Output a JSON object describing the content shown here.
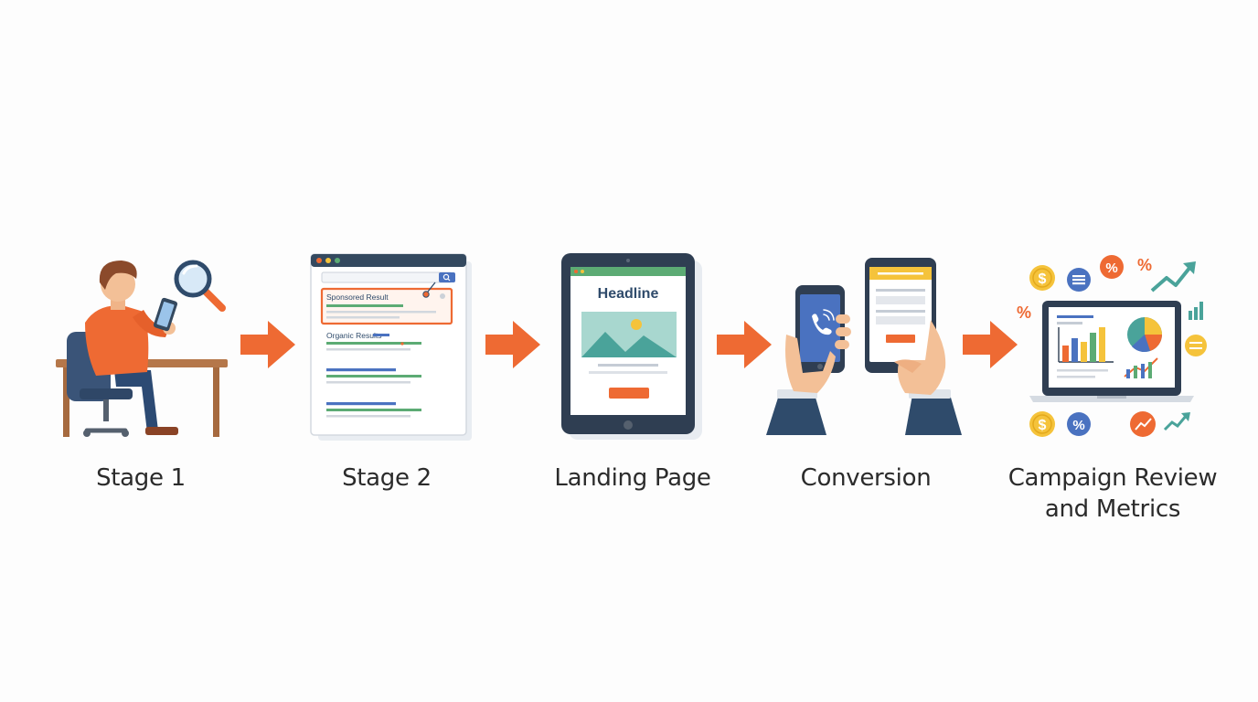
{
  "stages": [
    {
      "label": "Stage 1"
    },
    {
      "label": "Stage 2",
      "sponsored_label": "Sponsored Result",
      "organic_label": "Organic Results"
    },
    {
      "label": "Landing Page",
      "headline": "Headline"
    },
    {
      "label": "Conversion"
    },
    {
      "label_line1": "Campaign Review",
      "label_line2": "and Metrics"
    }
  ],
  "colors": {
    "accent": "#ee6a33",
    "navy": "#2f4b6b",
    "blue": "#4a72c0",
    "green": "#5cab74",
    "yellow": "#f5c33b",
    "teal": "#4aa39a"
  },
  "icons": {
    "dollar": "$",
    "percent": "%"
  }
}
